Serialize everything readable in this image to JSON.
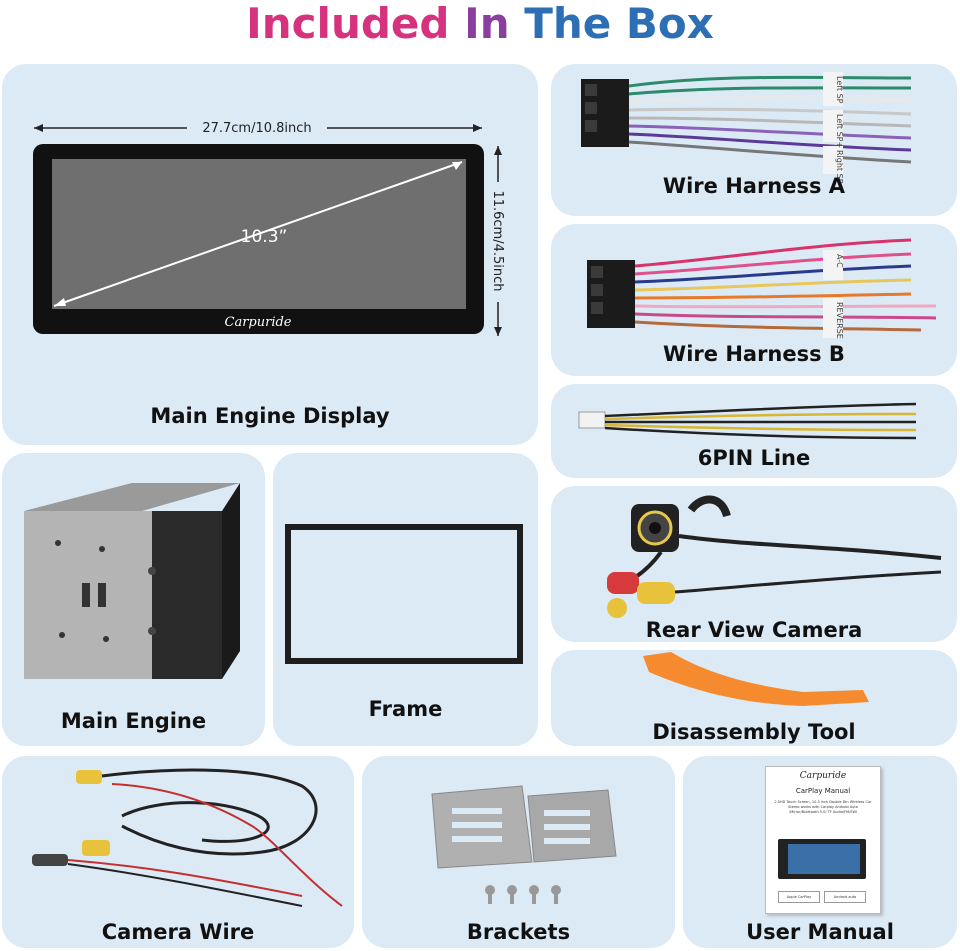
{
  "heading": {
    "part1": "Included",
    "part2": "In",
    "part3": "The Box"
  },
  "display": {
    "label": "Main Engine Display",
    "width_text": "27.7cm/10.8inch",
    "height_text": "11.6cm/4.5inch",
    "diagonal_text": "10.3”",
    "brand": "Carpuride"
  },
  "harness_a": {
    "label": "Wire Harness A",
    "tags": [
      "Left SP",
      "Left SP+",
      "Right SP"
    ]
  },
  "harness_b": {
    "label": "Wire Harness B",
    "tags": [
      "A-C",
      "REVERSE"
    ]
  },
  "sixpin": {
    "label": "6PIN Line"
  },
  "main_engine": {
    "label": "Main Engine"
  },
  "frame": {
    "label": "Frame"
  },
  "camera": {
    "label": "Rear View Camera"
  },
  "tool": {
    "label": "Disassembly Tool"
  },
  "camera_wire": {
    "label": "Camera Wire"
  },
  "brackets": {
    "label": "Brackets"
  },
  "manual": {
    "label": "User Manual",
    "brand": "Carpuride",
    "title": "CarPlay Manual",
    "desc": "2.5HD Touch Screen, 10.3 inch Double Din Wireless Car Stereo works with Carplay Android Auto /Mirror/Bluetooth 5.0/ TF Audio/FM/SWI",
    "badges": [
      "Apple CarPlay",
      "Android auto"
    ]
  },
  "colors": {
    "panel": "#dceaf6",
    "title_pink": "#d6337f",
    "title_purple": "#8a3f9f",
    "title_blue": "#2d6fb5",
    "tool_orange": "#f58a2e"
  }
}
